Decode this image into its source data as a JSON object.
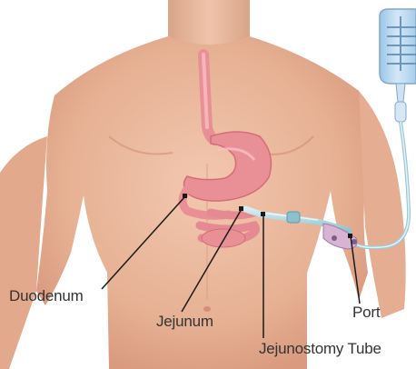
{
  "labels": {
    "duodenum": "Duodenum",
    "jejunum": "Jejunum",
    "port": "Port",
    "jejunostomy_tube": "Jejunostomy Tube"
  },
  "colors": {
    "skin": "#e9b79d",
    "skin_shadow": "#d99a7f",
    "organ": "#e98f96",
    "organ_dark": "#d56d78",
    "tube": "#a9d3dc",
    "bag": "#b8d6ee",
    "leader_line": "#1a1a1a",
    "text": "#333333"
  }
}
